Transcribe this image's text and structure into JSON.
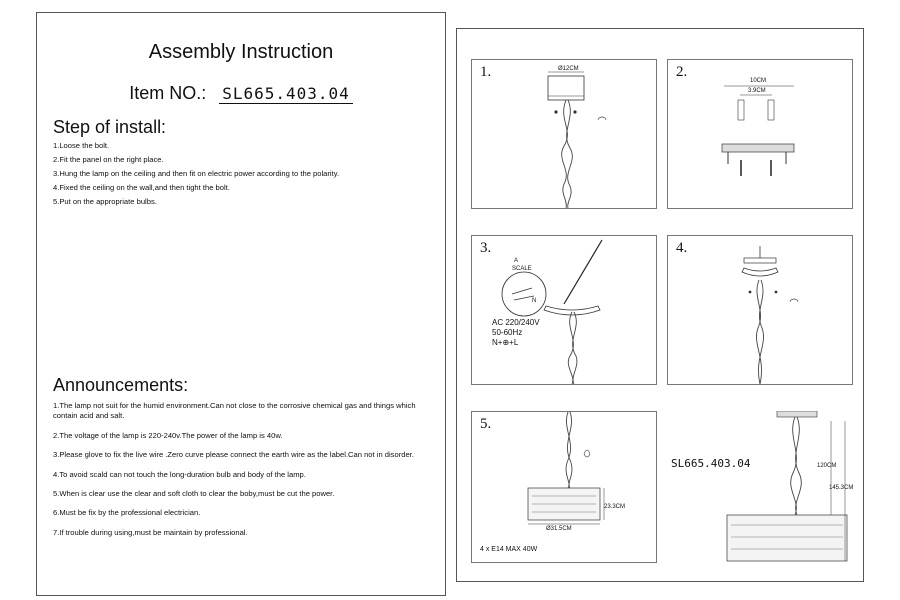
{
  "left": {
    "title": "Assembly Instruction",
    "item_label": "Item NO.:",
    "item_code": "SL665.403.04",
    "steps_heading": "Step of install:",
    "steps": [
      "1.Loose the bolt.",
      "2.Fit the panel on the right place.",
      "3.Hung the lamp on the ceiling and then fit on electric power according to the polarity.",
      "4.Fixed the ceiling on the wall,and then tight the bolt.",
      "5.Put on the appropriate bulbs."
    ],
    "announcements_heading": "Announcements:",
    "announcements": [
      "1.The lamp not suit for the humid environment.Can not close to the corrosive chemical gas and things which contain acid and salt.",
      "2.The voltage of the lamp is 220-240v.The power of the lamp is 40w.",
      "3.Please glove to fix the live wire .Zero curve please connect the earth wire as the label.Can not in disorder.",
      "4.To avoid scald can not touch the long-duration bulb and body of the lamp.",
      "5.When is clear use the clear and soft cloth to clear the boby,must be cut the power.",
      "6.Must be fix by the professional electrician.",
      "7.If trouble during using,must be maintain by professional."
    ]
  },
  "right": {
    "panel1": {
      "num": "1.",
      "dim": "Ø12CM"
    },
    "panel2": {
      "num": "2.",
      "dim_outer": "10CM",
      "dim_inner": "3.9CM"
    },
    "panel3": {
      "num": "3.",
      "scale_a": "A",
      "scale_label": "SCALE",
      "n_label": "N",
      "power": [
        "AC 220/240V",
        "50-60Hz",
        "N+⊕+L"
      ]
    },
    "panel4": {
      "num": "4."
    },
    "panel5": {
      "num": "5.",
      "height": "23.3CM",
      "diameter": "Ø31.5CM",
      "bulbs": "4 x E14  MAX 40W"
    },
    "panel6": {
      "code": "SL665.403.04",
      "dim_120": "120CM",
      "dim_145": "145.3CM"
    }
  }
}
